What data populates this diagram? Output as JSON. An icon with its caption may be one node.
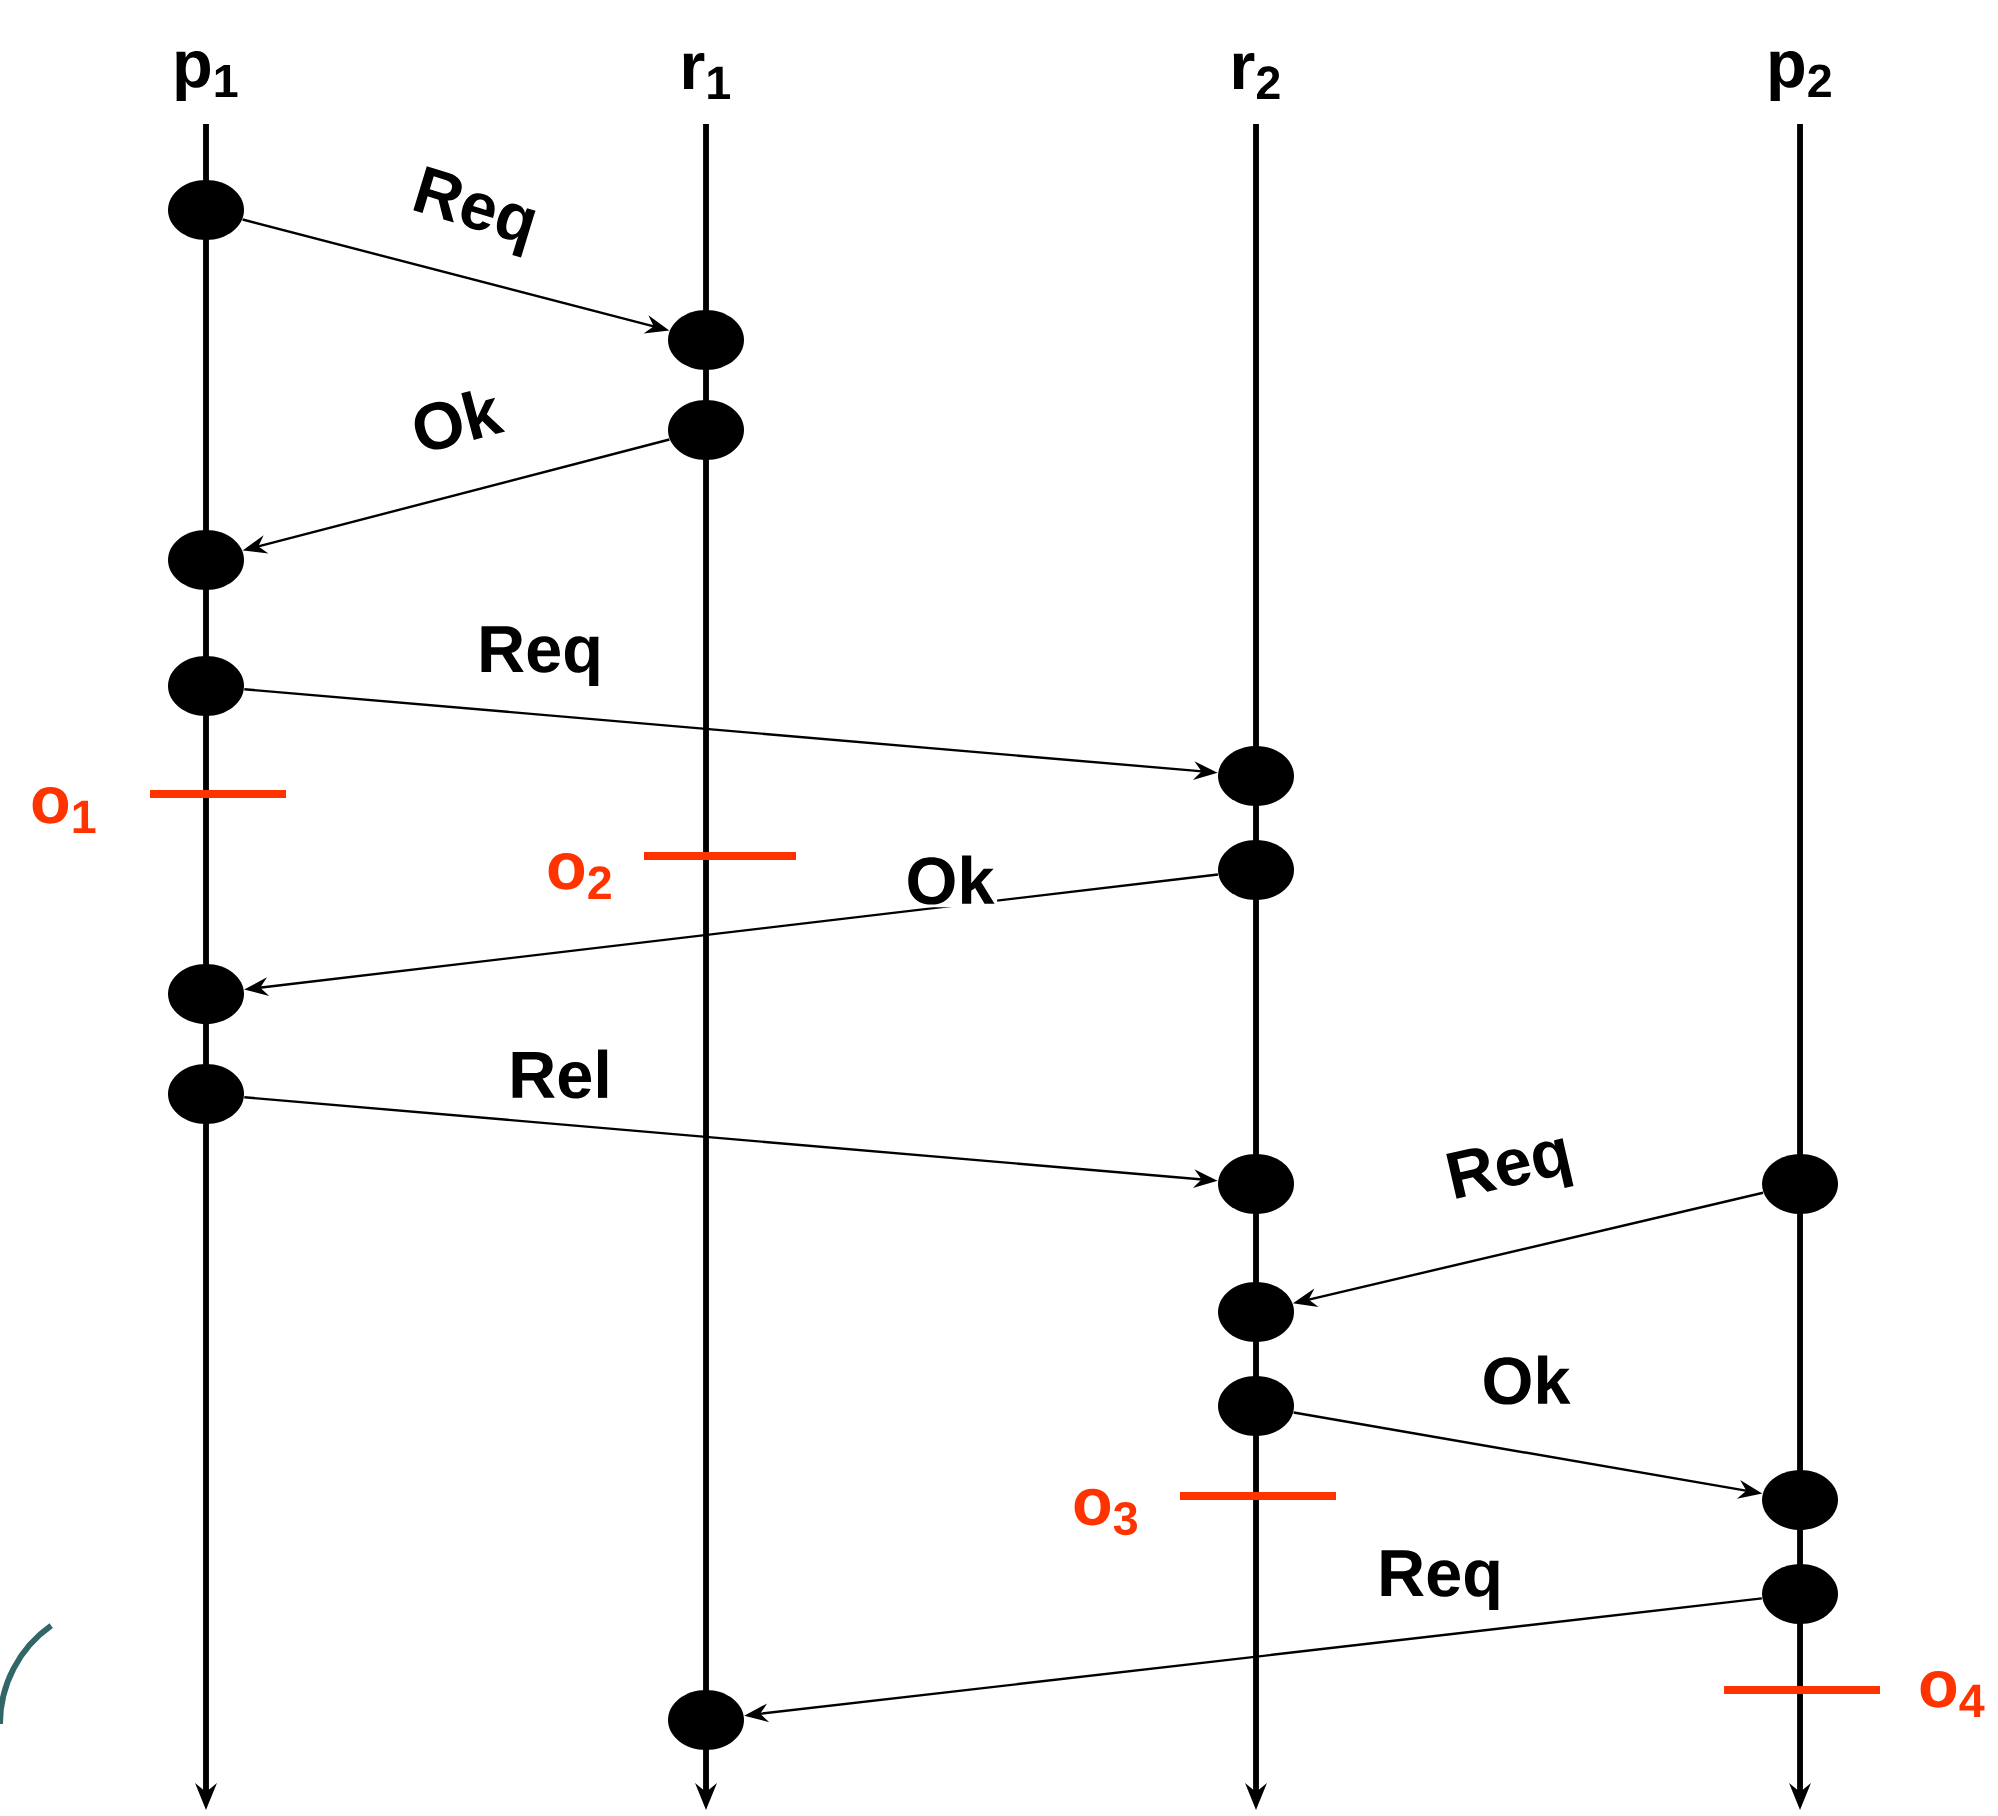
{
  "diagram": {
    "nodes": [
      {
        "text": [],
        "shape": "circle"
      },
      {
        "text": [],
        "shape": "circle"
      },
      {
        "text": [],
        "shape": "circle"
      },
      {
        "text": [],
        "shape": "circle"
      },
      {
        "text": [],
        "shape": "circle"
      },
      {
        "text": [],
        "shape": "circle"
      },
      {
        "text": [],
        "shape": "circle"
      },
      {
        "text": [],
        "shape": "circle"
      },
      {
        "text": [],
        "shape": "circle"
      },
      {
        "text": [],
        "shape": "circle"
      },
      {
        "text": [],
        "shape": "circle"
      },
      {
        "text": [],
        "shape": "circle"
      },
      {
        "text": [],
        "shape": "circle"
      },
      {
        "text": [],
        "shape": "circle"
      },
      {
        "text": [],
        "shape": "circle"
      },
      {
        "text": [],
        "shape": "circle"
      }
    ],
    "edges": [
      {
        "from": 0,
        "to": 1,
        "arrow": "to",
        "label": "Req"
      },
      {
        "from": 2,
        "to": 3,
        "arrow": "to",
        "label": "Ok"
      },
      {
        "from": 4,
        "to": 5,
        "arrow": "to",
        "label": "Req"
      },
      {
        "from": 6,
        "to": 7,
        "arrow": "to",
        "label": "Ok"
      },
      {
        "from": 8,
        "to": 9,
        "arrow": "to",
        "label": "Rel"
      },
      {
        "from": 10,
        "to": 11,
        "arrow": "to",
        "label": "Req"
      },
      {
        "from": 12,
        "to": 13,
        "arrow": "to",
        "label": "Ok"
      },
      {
        "from": 14,
        "to": 15,
        "arrow": "to",
        "label": "Req"
      }
    ],
    "labels": [
      "p$_{1}$",
      "r$_{1}$",
      "r$_{2}$",
      "p$_{2}$",
      "o$_{1}$",
      "o$_{2}$",
      "o$_{3}$",
      "o$_{4}$"
    ]
  }
}
